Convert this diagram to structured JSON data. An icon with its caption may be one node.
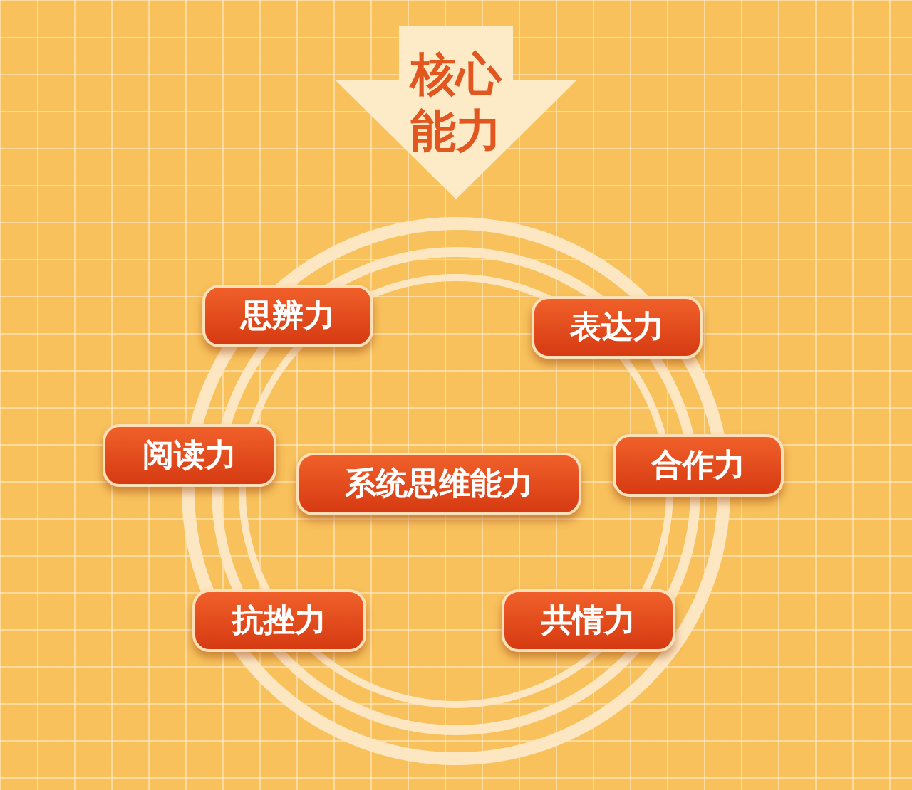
{
  "diagram": {
    "nodes": [
      {
        "text": [
          "核心能力"
        ]
      },
      {
        "text": [
          "思辨力"
        ]
      },
      {
        "text": [
          "表达力"
        ]
      },
      {
        "text": [
          "阅读力"
        ]
      },
      {
        "text": [
          "系统思维能力"
        ]
      },
      {
        "text": [
          "合作力"
        ]
      },
      {
        "text": [
          "抗挫力"
        ]
      },
      {
        "text": [
          "共情力"
        ]
      }
    ]
  }
}
